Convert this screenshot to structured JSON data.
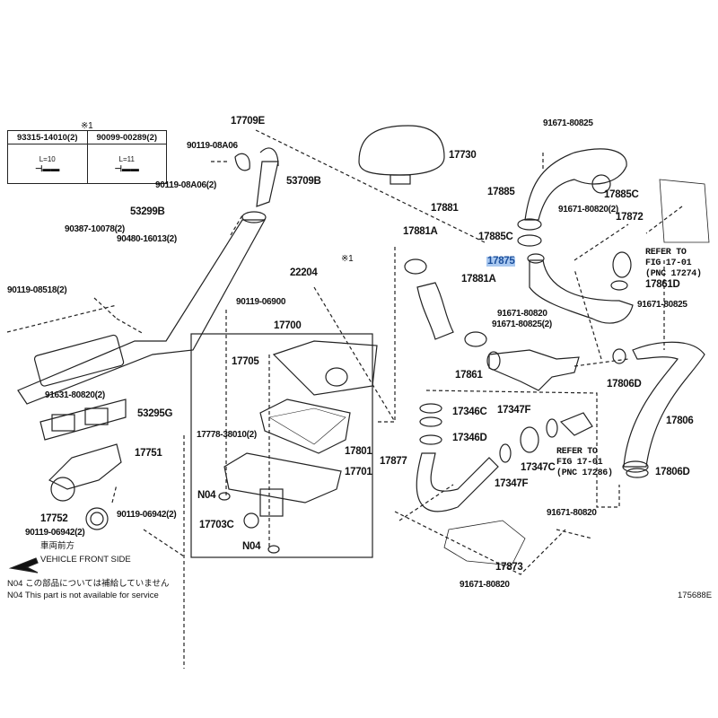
{
  "fastener_table": {
    "mark": "※1",
    "columns": [
      {
        "part": "93315-14010(2)",
        "length": "L=10"
      },
      {
        "part": "90099-00289(2)",
        "length": "L=11"
      }
    ]
  },
  "labels": [
    "17709E",
    "90119-08A06",
    "90119-08A06(2)",
    "53709B",
    "53299B",
    "90387-10078(2)",
    "90480-16013(2)",
    "90119-08518(2)",
    "22204",
    "※1",
    "90119-06900",
    "17700",
    "17730",
    "91671-80825",
    "17885",
    "17885C",
    "91671-80820(2)",
    "17872",
    "17881",
    "17881A",
    "17885C",
    "17875",
    "17881A",
    "17861D",
    "91671-80820",
    "91671-80825(2)",
    "91671-80825",
    "17705",
    "17861",
    "17806D",
    "91631-80820(2)",
    "53295G",
    "17346C",
    "17347F",
    "17806",
    "17346D",
    "17778-38010(2)",
    "17801",
    "17751",
    "17877",
    "17347C",
    "17701",
    "17806D",
    "17347F",
    "N04",
    "17752",
    "90119-06942(2)",
    "90119-06942(2)",
    "17703C",
    "91671-80820",
    "N04",
    "17873",
    "91671-80820"
  ],
  "references": [
    {
      "line1": "REFER TO",
      "line2": "FIG 17-01",
      "line3": "(PNC 17274)"
    },
    {
      "line1": "REFER TO",
      "line2": "FIG 17-01",
      "line3": "(PNC 17286)"
    }
  ],
  "direction": {
    "jp": "車両前方",
    "en": "VEHICLE FRONT SIDE"
  },
  "notes": {
    "jp": "N04  この部品については補給していません",
    "en": "N04  This part is not available for service"
  },
  "figure_id": "175688E",
  "highlight_color": "#a9c8f0",
  "highlighted_part": "17875"
}
